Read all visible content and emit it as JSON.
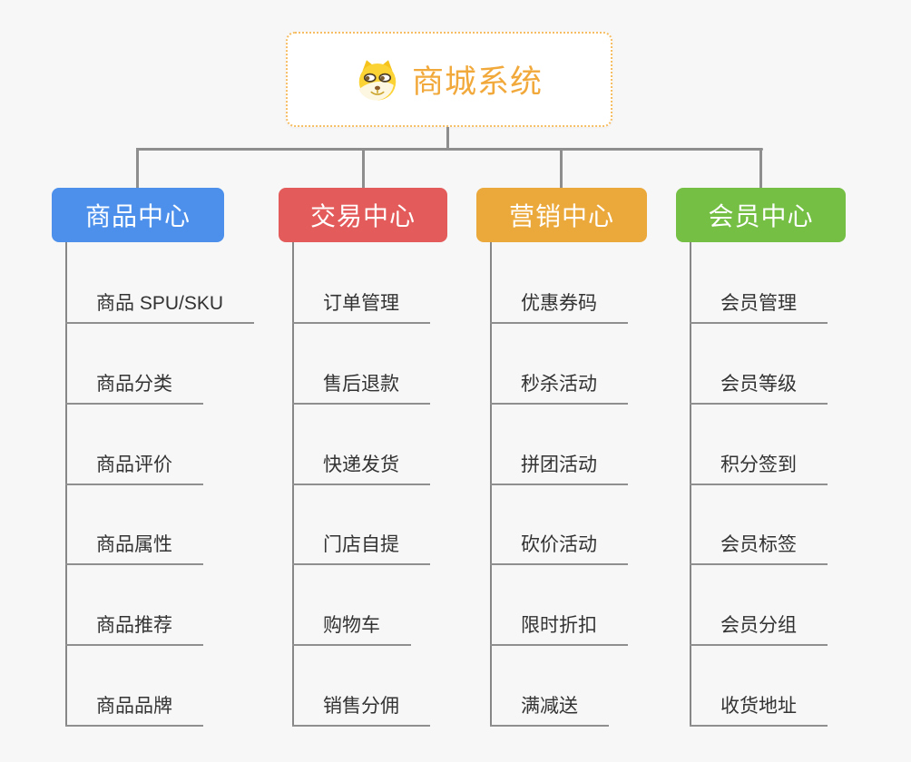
{
  "root": {
    "title": "商城系统",
    "icon": "doge-icon"
  },
  "branches": [
    {
      "label": "商品中心",
      "color": "#4c90ec",
      "children": [
        "商品 SPU/SKU",
        "商品分类",
        "商品评价",
        "商品属性",
        "商品推荐",
        "商品品牌"
      ]
    },
    {
      "label": "交易中心",
      "color": "#e35c5b",
      "children": [
        "订单管理",
        "售后退款",
        "快递发货",
        "门店自提",
        "购物车",
        "销售分佣"
      ]
    },
    {
      "label": "营销中心",
      "color": "#eba93c",
      "children": [
        "优惠券码",
        "秒杀活动",
        "拼团活动",
        "砍价活动",
        "限时折扣",
        "满减送"
      ]
    },
    {
      "label": "会员中心",
      "color": "#74bf44",
      "children": [
        "会员管理",
        "会员等级",
        "积分签到",
        "会员标签",
        "会员分组",
        "收货地址"
      ]
    }
  ],
  "colors": {
    "background": "#f7f7f7",
    "connector": "#8e8e8e",
    "underline": "#8f8f8f",
    "leaf_text": "#333333",
    "root_accent": "#f2a93c",
    "root_border": "#f6bd62",
    "branch_text": "#ffffff"
  }
}
